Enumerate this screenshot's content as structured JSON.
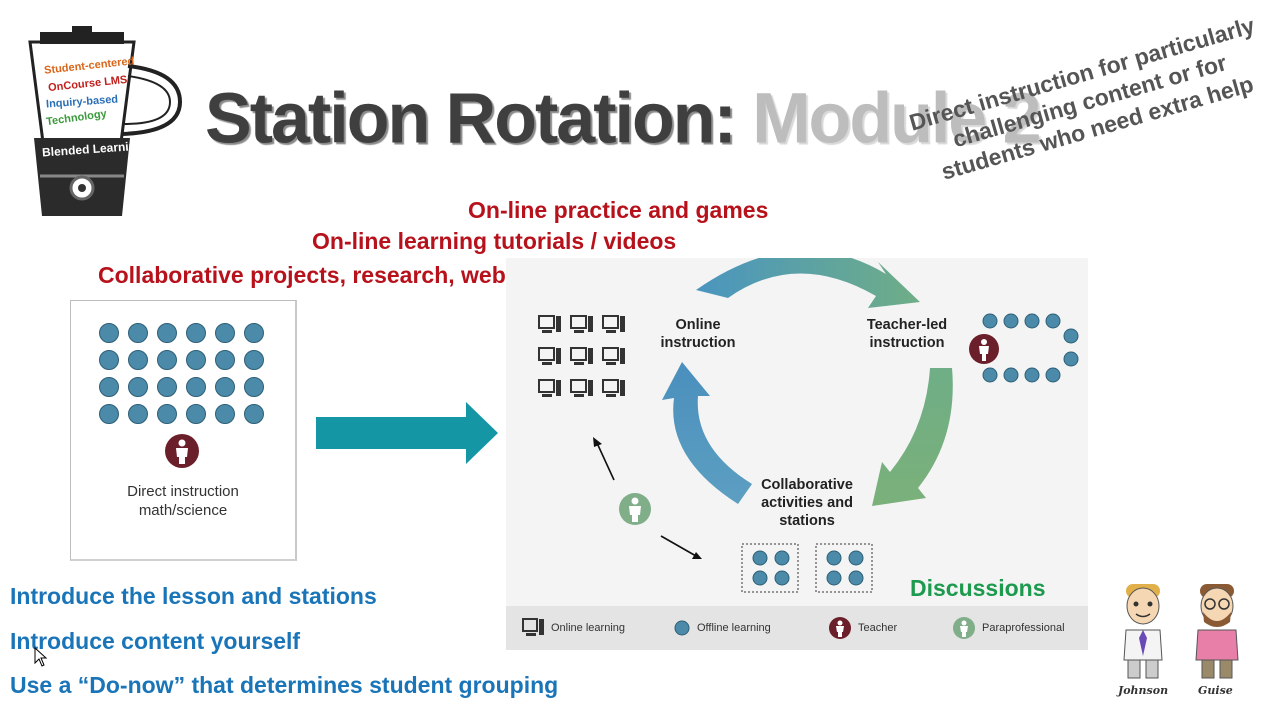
{
  "blender_logo": {
    "words": [
      "Student-centered",
      "OnCourse LMS",
      "Inquiry-based",
      "Technology"
    ],
    "label": "Blended Learning"
  },
  "title": {
    "part1": "Station Rotation:",
    "part2": "Module 2"
  },
  "red_lines": [
    "On-line practice and games",
    "On-line learning tutorials / videos",
    "Collaborative projects, research, webquests, etc."
  ],
  "rotated_note": "Direct instruction for particularly challenging content or for students who need extra help",
  "direct_box": {
    "caption_line1": "Direct instruction",
    "caption_line2": "math/science"
  },
  "diagram": {
    "online_line1": "Online",
    "online_line2": "instruction",
    "teacher_line1": "Teacher-led",
    "teacher_line2": "instruction",
    "collab_line1": "Collaborative",
    "collab_line2": "activities and",
    "collab_line3": "stations",
    "legend": {
      "online": "Online learning",
      "offline": "Offline learning",
      "teacher": "Teacher",
      "para": "Paraprofessional"
    }
  },
  "discussions": "Discussions",
  "bullets": [
    "Introduce the lesson and stations",
    "Introduce content yourself",
    "Use a “Do-now” that determines student grouping"
  ],
  "characters": [
    "Johnson",
    "Guise"
  ],
  "colors": {
    "red": "#b7121b",
    "blue": "#1a75b8",
    "green": "#1e9a4f",
    "teal_arrow": "#1596a5",
    "dot": "#4b8aa8",
    "teacher": "#6b1f2a"
  }
}
